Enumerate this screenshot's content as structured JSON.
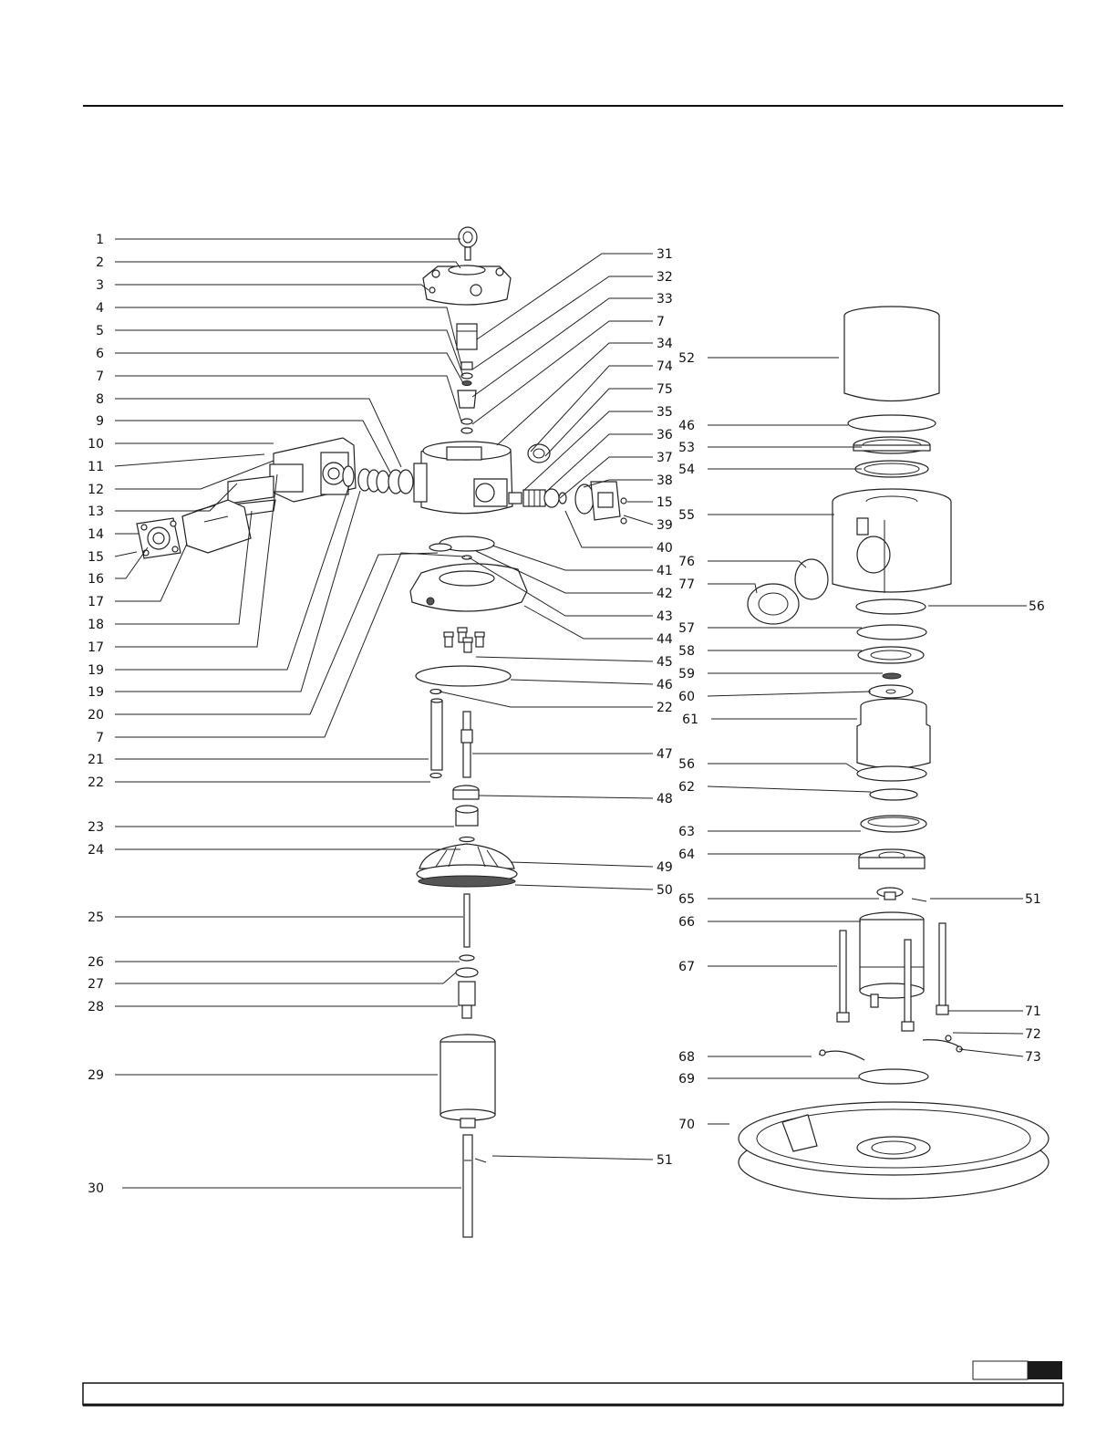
{
  "callouts_left": [
    "1",
    "2",
    "3",
    "4",
    "5",
    "6",
    "7",
    "8",
    "9",
    "10",
    "11",
    "12",
    "13",
    "14",
    "15",
    "16",
    "17",
    "18",
    "17",
    "19",
    "19",
    "20",
    "7",
    "21",
    "22",
    "23",
    "24",
    "25",
    "26",
    "27",
    "28",
    "29",
    "30"
  ],
  "callouts_center_right": [
    "31",
    "32",
    "33",
    "7",
    "34",
    "74",
    "75",
    "35",
    "36",
    "37",
    "38",
    "15",
    "39",
    "40",
    "41",
    "42",
    "43",
    "44",
    "45",
    "46",
    "22",
    "47",
    "48",
    "49",
    "50",
    "51"
  ],
  "callouts_right_left": [
    "52",
    "46",
    "53",
    "54",
    "55",
    "76",
    "77",
    "57",
    "58",
    "59",
    "60",
    "61",
    "56",
    "62",
    "63",
    "64",
    "65",
    "66",
    "67",
    "68",
    "69",
    "70"
  ],
  "callouts_right_right": [
    "56",
    "51",
    "71",
    "72",
    "73"
  ],
  "colors": {
    "ink": "#222222",
    "page_tab": "#1a1a1a"
  }
}
